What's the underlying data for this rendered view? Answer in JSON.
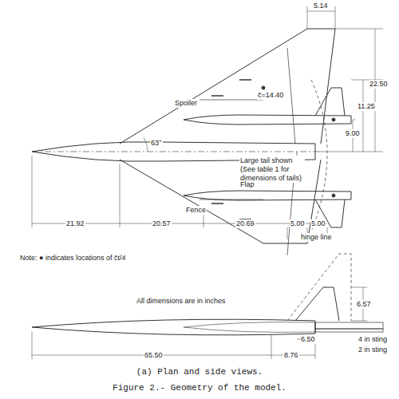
{
  "diagram": {
    "caption": "Figure 2.- Geometry of the model.",
    "labels": [
      "5.14",
      "22.50",
      "11.25",
      "9.00",
      "c̄=14.40",
      "Large tail shown (See table 1 for dimensions of tails)",
      "63°",
      "Flap",
      "Spoiler",
      "Fence",
      "21.92",
      "20.57",
      "20.69",
      "5.00",
      "5.00",
      "hinge line",
      "Note: ● indicates locations of c̄t/4",
      "All dimensions are in inches",
      "6.57",
      "4 in sting",
      "2 in sting",
      "8.76",
      "6.50",
      "65.50",
      "(a) Plan and side views."
    ]
  }
}
